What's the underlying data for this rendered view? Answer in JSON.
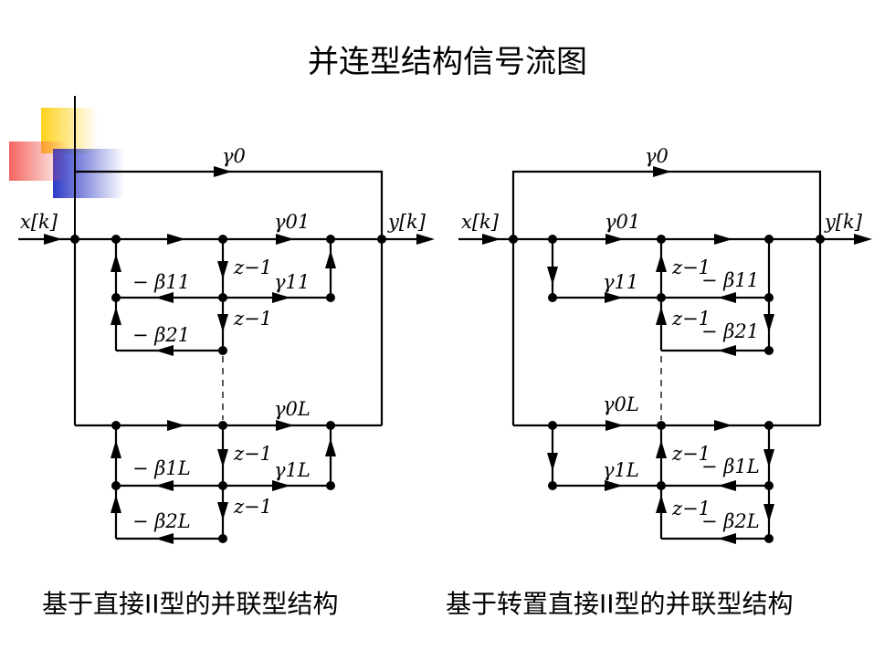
{
  "title": "并连型结构信号流图",
  "captions": {
    "left": "基于直接II型的并联型结构",
    "right": "基于转置直接II型的并联型结构"
  },
  "labels": {
    "x": "x[k]",
    "y": "y[k]",
    "g0": "γ0",
    "g01": "γ01",
    "g11": "γ11",
    "g0L": "γ0L",
    "g1L": "γ1L",
    "b11": "− β11",
    "b21": "− β21",
    "b1L": "− β1L",
    "b2L": "− β2L",
    "z": "z−1"
  },
  "colors": {
    "stroke": "#000000",
    "logo_yellow": "#FFD21E",
    "logo_red": "#F2544E",
    "logo_blue": "#2E3AC8"
  }
}
